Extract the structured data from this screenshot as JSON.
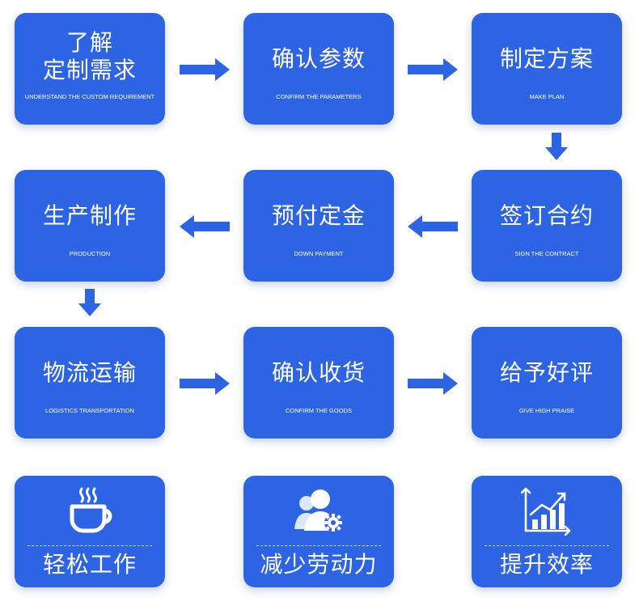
{
  "colors": {
    "accent": "#2d64e3",
    "text": "#ffffff"
  },
  "steps": [
    {
      "title_line1": "了解",
      "title_line2": "定制需求",
      "subtitle": "UNDERSTAND THE CUSTOM REQUIREMENT"
    },
    {
      "title": "确认参数",
      "subtitle": "CONFIRM THE PARAMETERS"
    },
    {
      "title": "制定方案",
      "subtitle": "MAKE PLAN"
    },
    {
      "title": "签订合约",
      "subtitle": "SIGN THE CONTRACT"
    },
    {
      "title": "预付定金",
      "subtitle": "DOWN PAYMENT"
    },
    {
      "title": "生产制作",
      "subtitle": "PRODUCTION"
    },
    {
      "title": "物流运输",
      "subtitle": "LOGISTICS TRANSPORTATION"
    },
    {
      "title": "确认收货",
      "subtitle": "CONFIRM THE GOODS"
    },
    {
      "title": "给予好评",
      "subtitle": "GIVE HIGH PRAISE"
    }
  ],
  "features": [
    {
      "label": "轻松工作",
      "icon": "coffee-cup-icon"
    },
    {
      "label": "减少劳动力",
      "icon": "user-gear-icon"
    },
    {
      "label": "提升效率",
      "icon": "growth-chart-icon"
    }
  ],
  "arrows": [
    {
      "from": 1,
      "to": 2,
      "direction": "right"
    },
    {
      "from": 2,
      "to": 3,
      "direction": "right"
    },
    {
      "from": 3,
      "to": 4,
      "direction": "down"
    },
    {
      "from": 4,
      "to": 5,
      "direction": "left"
    },
    {
      "from": 5,
      "to": 6,
      "direction": "left"
    },
    {
      "from": 6,
      "to": 7,
      "direction": "down"
    },
    {
      "from": 7,
      "to": 8,
      "direction": "right"
    },
    {
      "from": 8,
      "to": 9,
      "direction": "right"
    }
  ]
}
